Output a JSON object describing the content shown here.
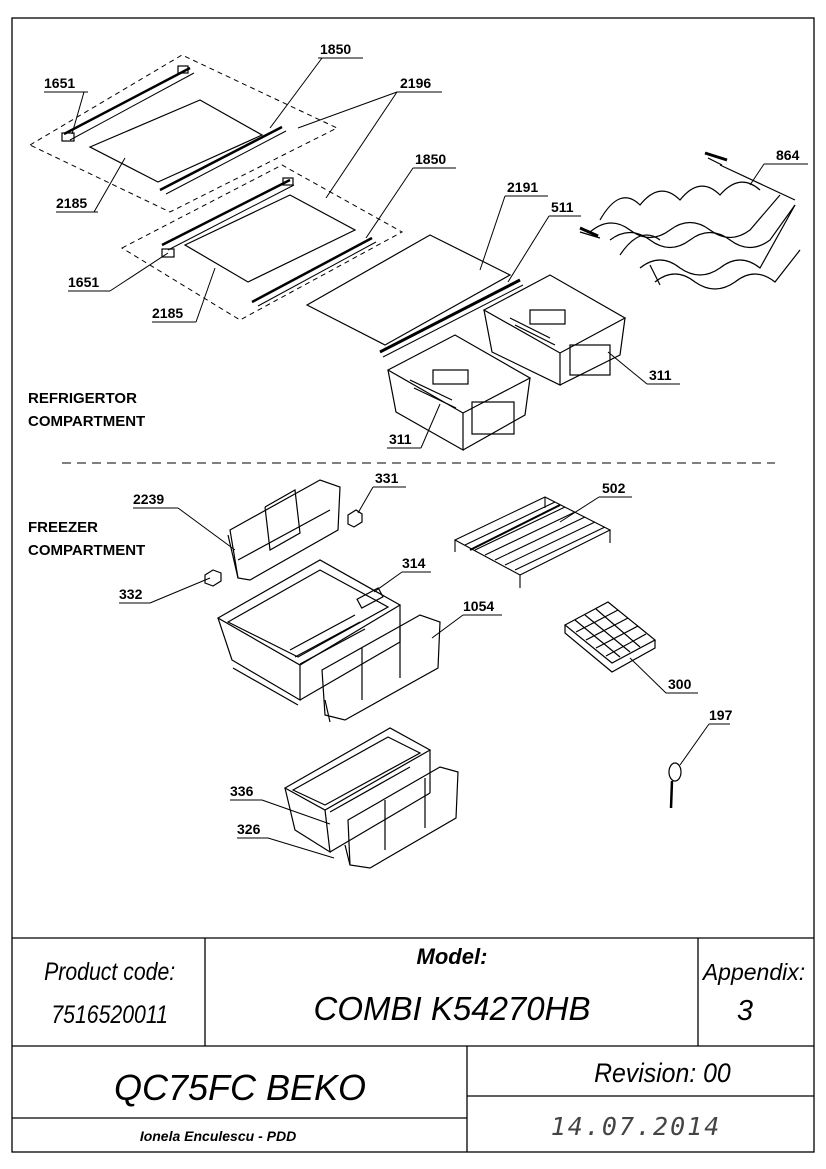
{
  "sections": {
    "refrigerator_line1": "REFRIGERTOR",
    "refrigerator_line2": "COMPARTMENT",
    "freezer_line1": "FREEZER",
    "freezer_line2": "COMPARTMENT"
  },
  "callouts": {
    "c1651a": "1651",
    "c1850a": "1850",
    "c2196": "2196",
    "c2185a": "2185",
    "c1850b": "1850",
    "c1651b": "1651",
    "c2185b": "2185",
    "c2191": "2191",
    "c511": "511",
    "c864": "864",
    "c311a": "311",
    "c311b": "311",
    "c331": "331",
    "c2239": "2239",
    "c502": "502",
    "c314": "314",
    "c332": "332",
    "c1054": "1054",
    "c300": "300",
    "c197": "197",
    "c336": "336",
    "c326": "326"
  },
  "title_block": {
    "product_code_label": "Product code:",
    "product_code": "7516520011",
    "model_label": "Model:",
    "model": "COMBI K54270HB",
    "appendix_label": "Appendix:",
    "appendix": "3",
    "qc_code": "QC75FC BEKO",
    "revision": "Revision: 00",
    "author": "Ionela Enculescu - PDD",
    "date": "14.07.2014"
  }
}
